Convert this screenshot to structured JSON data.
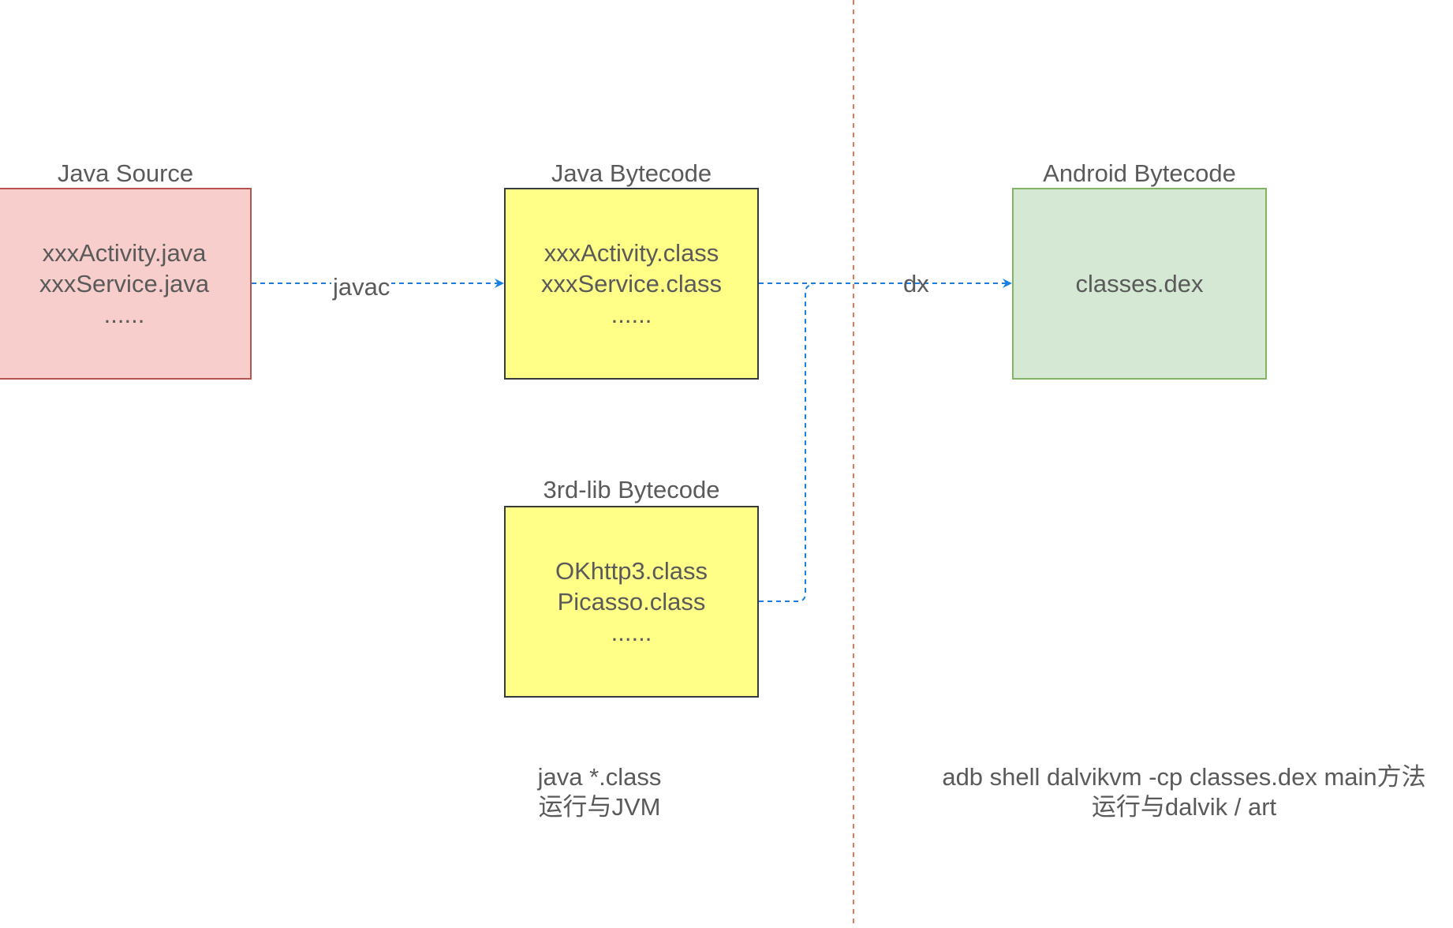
{
  "nodes": {
    "java_source": {
      "title": "Java Source",
      "lines": [
        "xxxActivity.java",
        "xxxService.java",
        "......"
      ]
    },
    "java_bytecode": {
      "title": "Java Bytecode",
      "lines": [
        "xxxActivity.class",
        "xxxService.class",
        "......"
      ]
    },
    "thirdlib_bytecode": {
      "title": "3rd-lib Bytecode",
      "lines": [
        "OKhttp3.class",
        "Picasso.class",
        "......"
      ]
    },
    "android_bytecode": {
      "title": "Android Bytecode",
      "lines": [
        "classes.dex"
      ]
    }
  },
  "edges": {
    "javac_label": "javac",
    "dx_label": "dx"
  },
  "notes": {
    "jvm": [
      "java *.class",
      "运行与JVM"
    ],
    "dalvik": [
      "adb shell dalvikvm -cp  classes.dex  main方法",
      "运行与dalvik / art"
    ]
  },
  "colors": {
    "arrow": "#1a7fe0",
    "divider": "#e07b53",
    "source_fill": "#f8cecc",
    "source_stroke": "#b85450",
    "bytecode_fill": "#ffff88",
    "bytecode_stroke": "#36393d",
    "android_fill": "#d5e8d4",
    "android_stroke": "#82b366"
  }
}
